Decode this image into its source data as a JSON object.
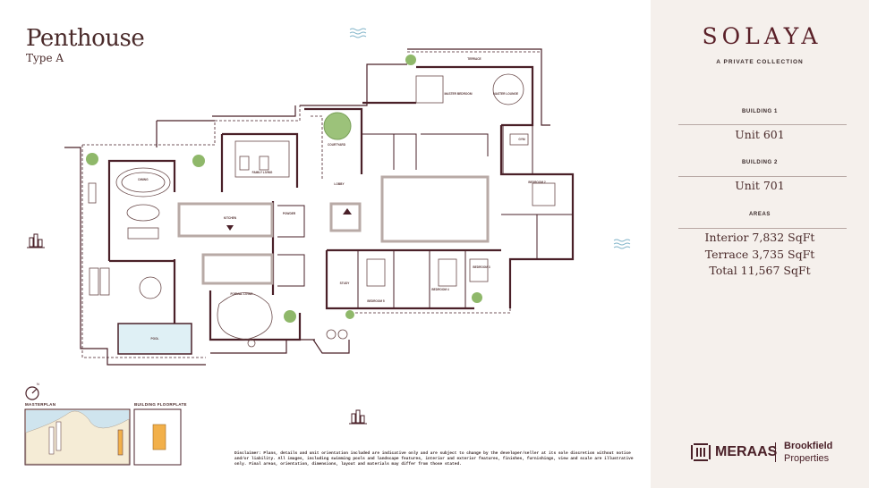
{
  "header": {
    "title": "Penthouse",
    "subtitle": "Type A"
  },
  "brand": {
    "name": "SOLAYA",
    "tagline": "A PRIVATE COLLECTION"
  },
  "details": {
    "building1_label": "BUILDING 1",
    "building1_unit": "Unit 601",
    "building2_label": "BUILDING 2",
    "building2_unit": "Unit 701",
    "areas_label": "AREAS",
    "interior": "Interior 7,832 SqFt",
    "terrace": "Terrace 3,735 SqFt",
    "total": "Total 11,567 SqFt"
  },
  "rooms": {
    "dining": "DINING",
    "family": "FAMILY LIVING",
    "formal": "FORMAL LIVING",
    "lobby": "LOBBY",
    "courtyard": "COURTYARD",
    "master": "MASTER BEDROOM",
    "master_lounge": "MASTER LOUNGE",
    "terrace": "TERRACE",
    "pool": "POOL",
    "kitchen": "KITCHEN",
    "bedroom2": "BEDROOM 2",
    "bedroom3": "BEDROOM 3",
    "bedroom4": "BEDROOM 4",
    "bedroom5": "BEDROOM 5",
    "study": "STUDY",
    "gym": "GYM",
    "powder": "POWDER"
  },
  "insets": {
    "masterplan": "MASTERPLAN",
    "floorplate": "BUILDING FLOORPLATE"
  },
  "disclaimer": "Disclaimer: Plans, details and unit orientation included are indicative only and are subject to change by the developer/seller at its sole discretion without notice and/or liability. All images, including swimming pools and landscape features, interior and exterior features, finishes, furnishings, view and scale are illustrative only. Final areas, orientation, dimensions, layout and materials may differ from those stated.",
  "logos": {
    "meraas": "MERAAS",
    "brookfield_line1": "Brookfield",
    "brookfield_line2": "Properties"
  },
  "colors": {
    "wall": "#4a2028",
    "accent": "#5a2028",
    "panel": "#f5f0ec",
    "tree": "#8fb86a",
    "water": "#dff0f5",
    "wave": "#7fb3c8"
  }
}
